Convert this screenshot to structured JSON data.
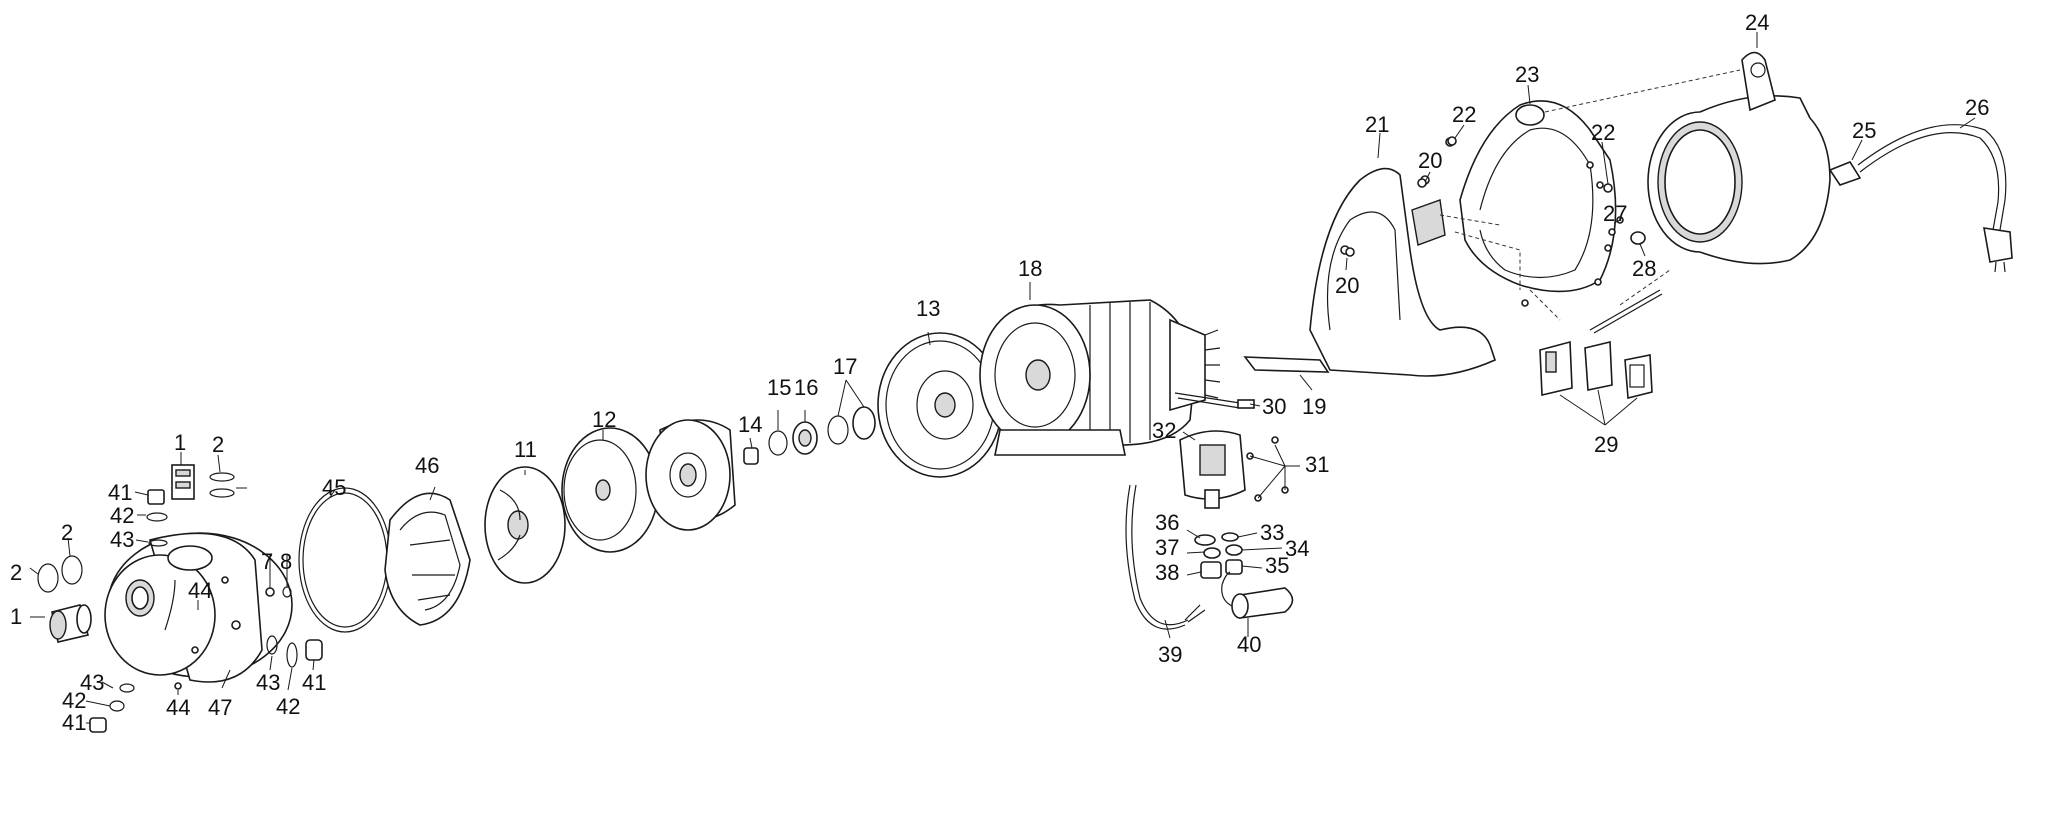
{
  "diagram": {
    "callouts": [
      "1",
      "2",
      "2",
      "1",
      "2",
      "41",
      "42",
      "43",
      "44",
      "7",
      "8",
      "45",
      "46",
      "11",
      "12",
      "14",
      "15",
      "16",
      "17",
      "13",
      "18",
      "30",
      "19",
      "32",
      "31",
      "36",
      "33",
      "37",
      "34",
      "38",
      "35",
      "39",
      "40",
      "21",
      "20",
      "20",
      "22",
      "23",
      "22",
      "27",
      "28",
      "24",
      "25",
      "26",
      "29",
      "43",
      "42",
      "41",
      "44",
      "47",
      "41",
      "43",
      "42"
    ]
  }
}
